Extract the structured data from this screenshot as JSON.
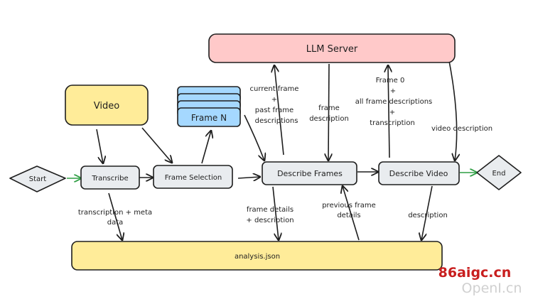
{
  "nodes": {
    "llm_server": "LLM Server",
    "video": "Video",
    "start": "Start",
    "transcribe": "Transcribe",
    "frame_selection": "Frame Selection",
    "frame_n": "Frame N",
    "describe_frames": "Describe Frames",
    "describe_video": "Describe Video",
    "end": "End",
    "analysis": "analysis.json"
  },
  "edge_labels": {
    "current_frame": [
      "current frame",
      "+",
      "past frame",
      "descriptions"
    ],
    "frame_description": [
      "frame",
      "description"
    ],
    "frame0": [
      "Frame 0",
      "+",
      "all frame descriptions",
      "+",
      "transcription"
    ],
    "video_description": "video description",
    "transcription_meta": [
      "transcription + meta",
      "data"
    ],
    "frame_details": [
      "frame details",
      "+ description"
    ],
    "previous_frame": [
      "previous frame",
      "details"
    ],
    "description": "description"
  },
  "colors": {
    "llm_fill": "#ffc9c9",
    "video_fill": "#ffec99",
    "frame_fill": "#a5d8ff",
    "process_fill": "#e9ecef",
    "analysis_fill": "#ffec99",
    "green_arrow": "#2f9e44"
  },
  "watermark": {
    "line1": "86aigc.cn",
    "line2": "OpenI.cn"
  }
}
